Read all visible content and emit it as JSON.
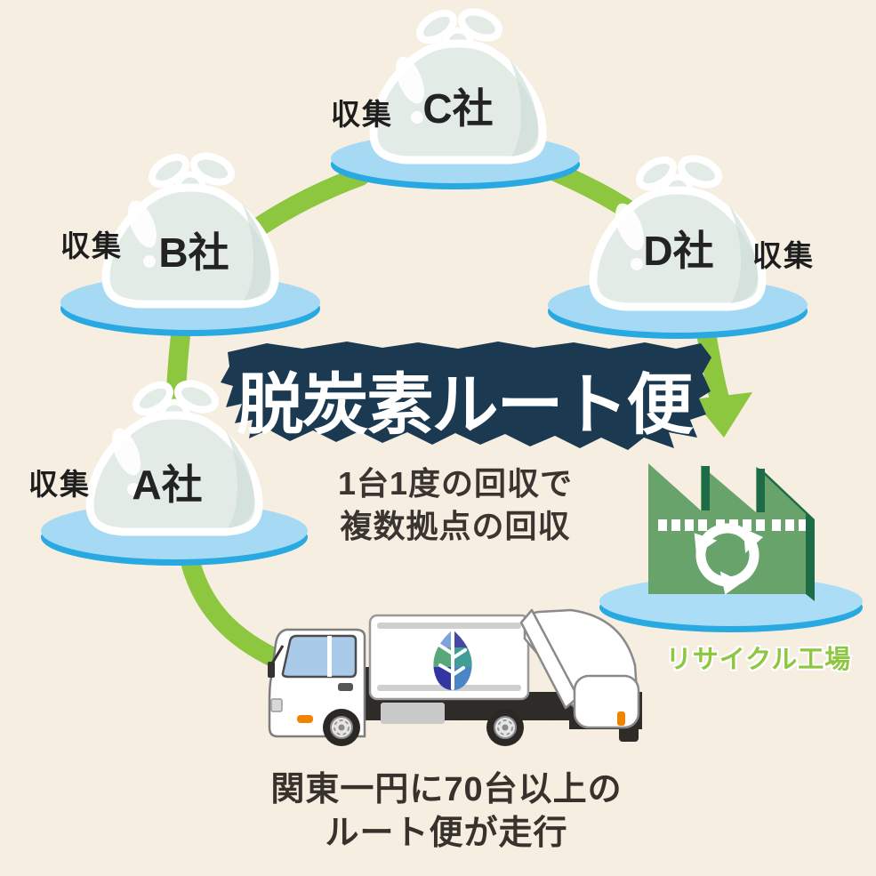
{
  "title": {
    "text": "脱炭素ルート便"
  },
  "subtitle": {
    "line1": "1台1度の回収で",
    "line2": "複数拠点の回収"
  },
  "bottom_caption": {
    "line1": "関東一円に70台以上の",
    "line2": "ルート便が走行"
  },
  "nodes": [
    {
      "id": "A",
      "company_label": "A社",
      "collect_label": "収集"
    },
    {
      "id": "B",
      "company_label": "B社",
      "collect_label": "収集"
    },
    {
      "id": "C",
      "company_label": "C社",
      "collect_label": "収集"
    },
    {
      "id": "D",
      "company_label": "D社",
      "collect_label": "収集"
    }
  ],
  "factory": {
    "label": "リサイクル工場"
  },
  "icons": {
    "garbage-bag-icon": "tied translucent trash bag",
    "platform-icon": "light-blue ellipse platform",
    "route-path-icon": "green curved collection route",
    "down-arrow-icon": "green arrow pointing to recycle factory",
    "factory-icon": "green sawtooth-roof factory",
    "recycle-icon": "white chasing arrows",
    "truck-icon": "white garbage collection truck",
    "leaf-logo-icon": "blue-green leaf logo on truck body"
  },
  "colors": {
    "background": "#f6eee1",
    "route_green": "#8dc63f",
    "platform_top": "#a6d9f4",
    "platform_rim": "#29a9e1",
    "title_banner_navy": "#1b3950",
    "title_text": "#ffffff",
    "factory_green": "#68a36b",
    "factory_dark_green": "#1d6b47",
    "recycle_label_green": "#8dc63f",
    "bag_fill": "#e3ebe7",
    "truck_window_blue": "#a9cbe9",
    "caption_text": "#38322d"
  }
}
